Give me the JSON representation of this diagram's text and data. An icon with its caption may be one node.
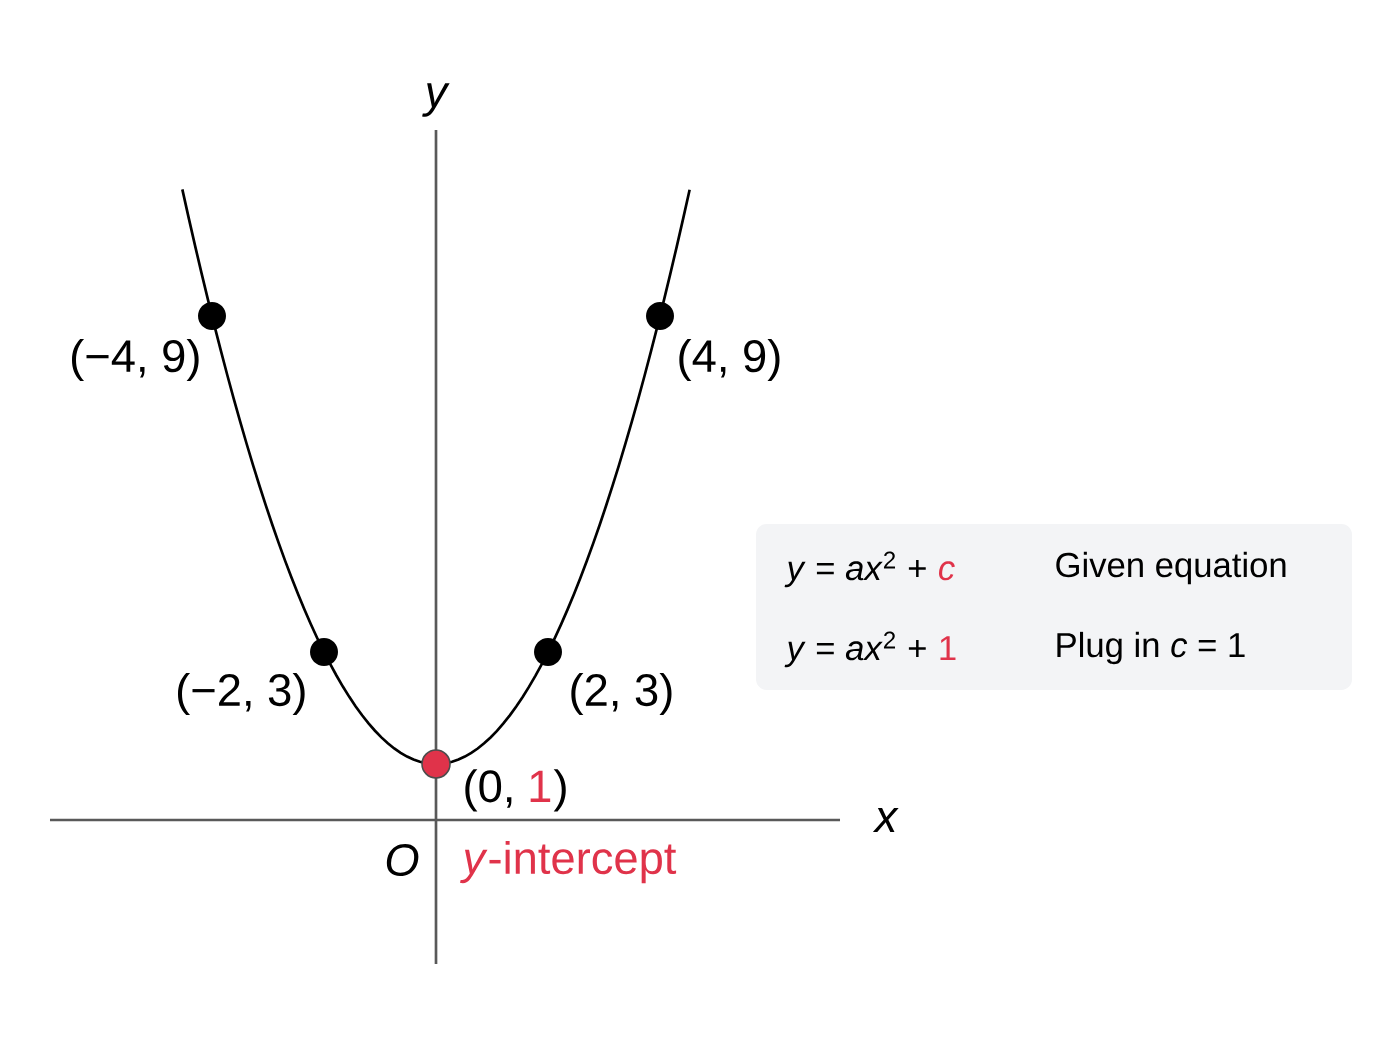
{
  "diagram": {
    "labels": [
      "y",
      "x",
      "O",
      "(−4, 9)",
      "(4, 9)",
      "(−2, 3)",
      "(2, 3)",
      "(0,",
      "1",
      ")",
      "*y*-intercept",
      "*y* = *ax*$^{2}$ +",
      "c",
      "Given equation",
      "*y* = *ax*$^{2}$ +",
      "1",
      "Plug in *c* = 1"
    ]
  }
}
